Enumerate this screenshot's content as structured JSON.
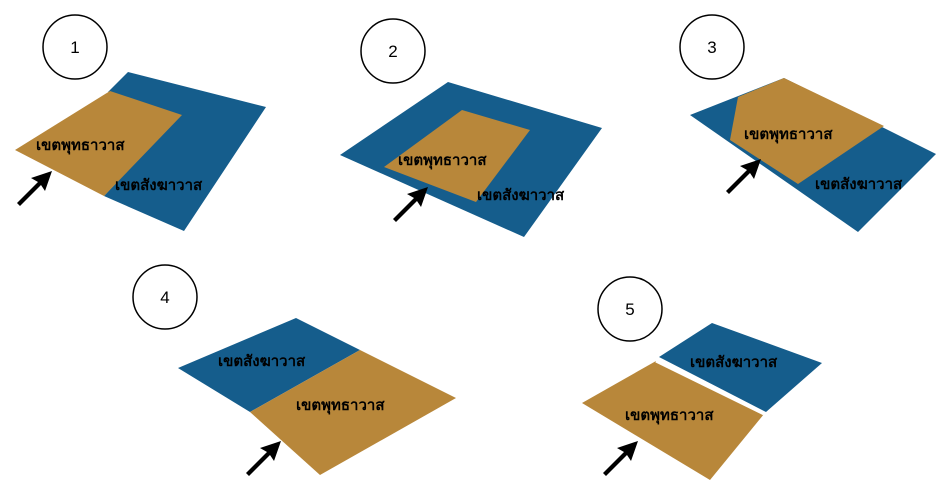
{
  "colors": {
    "blue": "#155d8c",
    "brown": "#b8873a",
    "arrow": "#000000",
    "circle_stroke": "#000000"
  },
  "diagrams": [
    {
      "number": "1",
      "labels": {
        "buddhawas": "เขตพุทธาวาส",
        "sanghawas": "เขตสังฆาวาส"
      }
    },
    {
      "number": "2",
      "labels": {
        "buddhawas": "เขตพุทธาวาส",
        "sanghawas": "เขตสังฆาวาส"
      }
    },
    {
      "number": "3",
      "labels": {
        "buddhawas": "เขตพุทธาวาส",
        "sanghawas": "เขตสังฆาวาส"
      }
    },
    {
      "number": "4",
      "labels": {
        "buddhawas": "เขตพุทธาวาส",
        "sanghawas": "เขตสังฆาวาส"
      }
    },
    {
      "number": "5",
      "labels": {
        "buddhawas": "เขตพุทธาวาส",
        "sanghawas": "เขตสังฆาวาส"
      }
    }
  ]
}
